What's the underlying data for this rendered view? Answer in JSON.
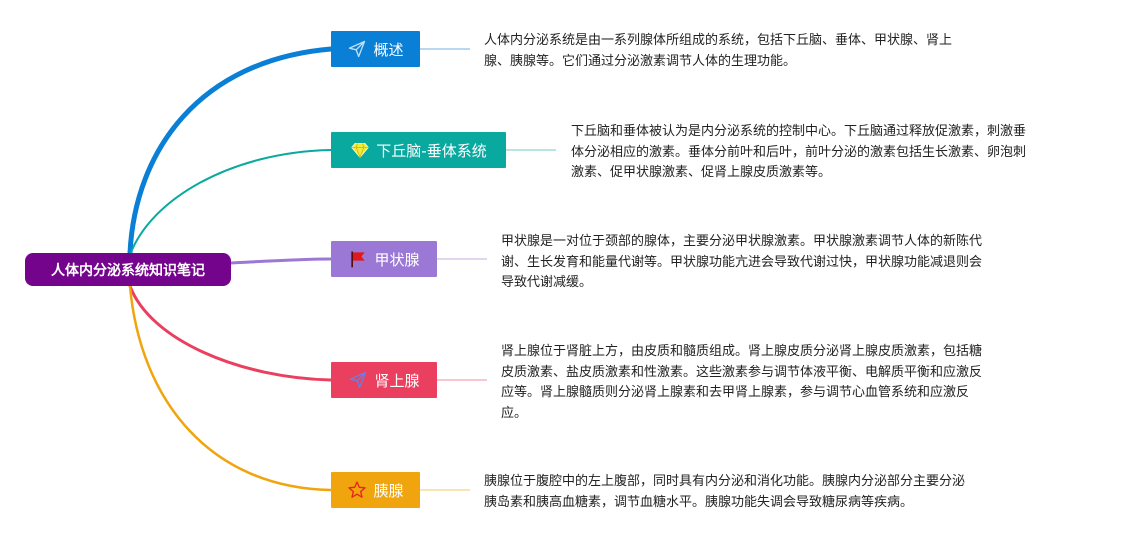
{
  "root": {
    "label": "人体内分泌系统知识笔记",
    "color": "#74048c"
  },
  "topics": [
    {
      "label": "概述",
      "icon": "paper-plane-icon",
      "color": "#0a7fd6",
      "note": "人体内分泌系统是由一系列腺体所组成的系统，包括下丘脑、垂体、甲状腺、肾上腺、胰腺等。它们通过分泌激素调节人体的生理功能。"
    },
    {
      "label": "下丘脑-垂体系统",
      "icon": "diamond-icon",
      "color": "#0aa99f",
      "note": "下丘脑和垂体被认为是内分泌系统的控制中心。下丘脑通过释放促激素，刺激垂体分泌相应的激素。垂体分前叶和后叶，前叶分泌的激素包括生长激素、卵泡刺激素、促甲状腺激素、促肾上腺皮质激素等。"
    },
    {
      "label": "甲状腺",
      "icon": "flag-icon",
      "color": "#9b77d6",
      "note": "甲状腺是一对位于颈部的腺体，主要分泌甲状腺激素。甲状腺激素调节人体的新陈代谢、生长发育和能量代谢等。甲状腺功能亢进会导致代谢过快，甲状腺功能减退则会导致代谢减缓。"
    },
    {
      "label": "肾上腺",
      "icon": "paper-plane-icon",
      "color": "#ea3f5f",
      "note": "肾上腺位于肾脏上方，由皮质和髓质组成。肾上腺皮质分泌肾上腺皮质激素，包括糖皮质激素、盐皮质激素和性激素。这些激素参与调节体液平衡、电解质平衡和应激反应等。肾上腺髓质则分泌肾上腺素和去甲肾上腺素，参与调节心血管系统和应激反应。"
    },
    {
      "label": "胰腺",
      "icon": "star-icon",
      "color": "#f0a40e",
      "note": "胰腺位于腹腔中的左上腹部，同时具有内分泌和消化功能。胰腺内分泌部分主要分泌胰岛素和胰高血糖素，调节血糖水平。胰腺功能失调会导致糖尿病等疾病。"
    }
  ]
}
